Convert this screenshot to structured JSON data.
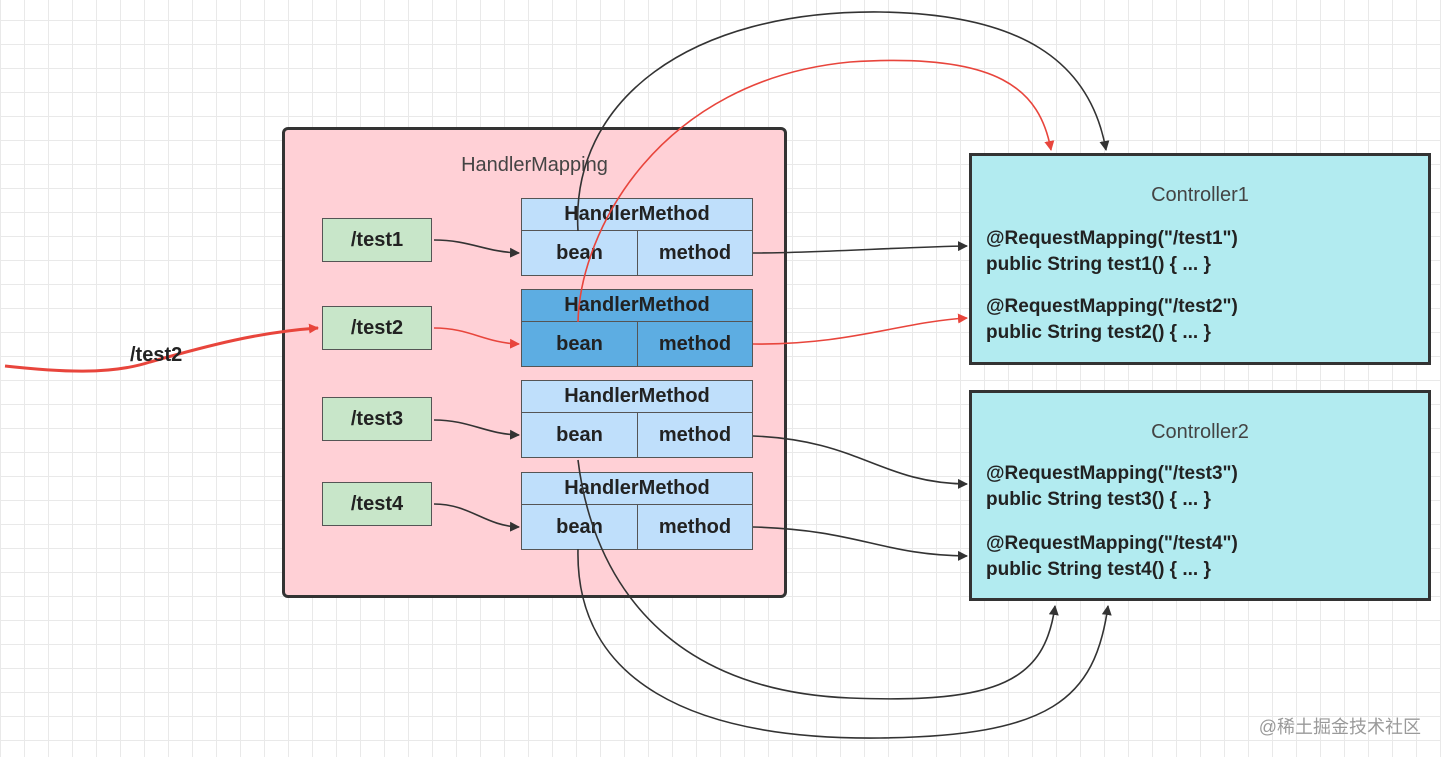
{
  "handler_mapping": {
    "title": "HandlerMapping",
    "paths": [
      "/test1",
      "/test2",
      "/test3",
      "/test4"
    ],
    "handler_methods": [
      {
        "title": "HandlerMethod",
        "bean": "bean",
        "method": "method",
        "active": false
      },
      {
        "title": "HandlerMethod",
        "bean": "bean",
        "method": "method",
        "active": true
      },
      {
        "title": "HandlerMethod",
        "bean": "bean",
        "method": "method",
        "active": false
      },
      {
        "title": "HandlerMethod",
        "bean": "bean",
        "method": "method",
        "active": false
      }
    ]
  },
  "incoming_request": "/test2",
  "controllers": [
    {
      "title": "Controller1",
      "mappings": [
        {
          "annotation": "@RequestMapping(\"/test1\")",
          "signature": "public String test1() { ... }"
        },
        {
          "annotation": "@RequestMapping(\"/test2\")",
          "signature": "public String test2() { ... }"
        }
      ]
    },
    {
      "title": "Controller2",
      "mappings": [
        {
          "annotation": "@RequestMapping(\"/test3\")",
          "signature": "public String test3() { ... }"
        },
        {
          "annotation": "@RequestMapping(\"/test4\")",
          "signature": "public String test4() { ... }"
        }
      ]
    }
  ],
  "colors": {
    "highlight": "#e8453c",
    "arrow": "#333333",
    "handler_mapping_bg": "#ffd0d6",
    "controller_bg": "#b2ebf0",
    "path_bg": "#c8e6c9",
    "handler_method_bg": "#bfdffb",
    "handler_method_active_bg": "#5dade2"
  },
  "watermark": "@稀土掘金技术社区"
}
